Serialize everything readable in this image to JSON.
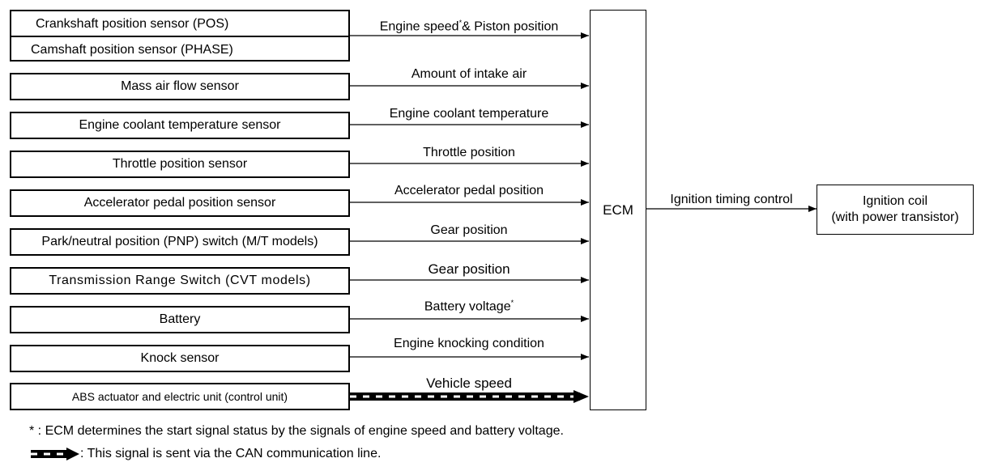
{
  "sensors": {
    "pos_label": "Crankshaft position sensor (POS)",
    "phase_label": "Camshaft position sensor (PHASE)",
    "maf": "Mass air flow sensor",
    "ect": "Engine coolant temperature sensor",
    "tps": "Throttle position sensor",
    "apps": "Accelerator pedal position sensor",
    "pnp": "Park/neutral position (PNP) switch (M/T models)",
    "trs": "Transmission Range Switch (CVT models)",
    "battery": "Battery",
    "knock": "Knock sensor",
    "abs": "ABS actuator and electric unit (control unit)"
  },
  "signals": {
    "engine_speed": "Engine speed",
    "engine_speed_tail": "& Piston position",
    "intake_air": "Amount of intake air",
    "coolant_temp": "Engine coolant temperature",
    "throttle": "Throttle position",
    "accel": "Accelerator pedal position",
    "gear1": "Gear position",
    "gear2": "Gear position",
    "battery_voltage": "Battery voltage",
    "knocking": "Engine knocking condition",
    "vehicle_speed": "Vehicle speed",
    "star": "*"
  },
  "ecm": {
    "label": "ECM"
  },
  "output": {
    "signal": "Ignition timing control",
    "coil_line1": "Ignition coil",
    "coil_line2": "(with power transistor)"
  },
  "footnotes": {
    "star_note": "* : ECM determines the start signal status by the signals of engine speed and battery voltage.",
    "can_note": ": This signal is sent via the CAN communication line."
  }
}
